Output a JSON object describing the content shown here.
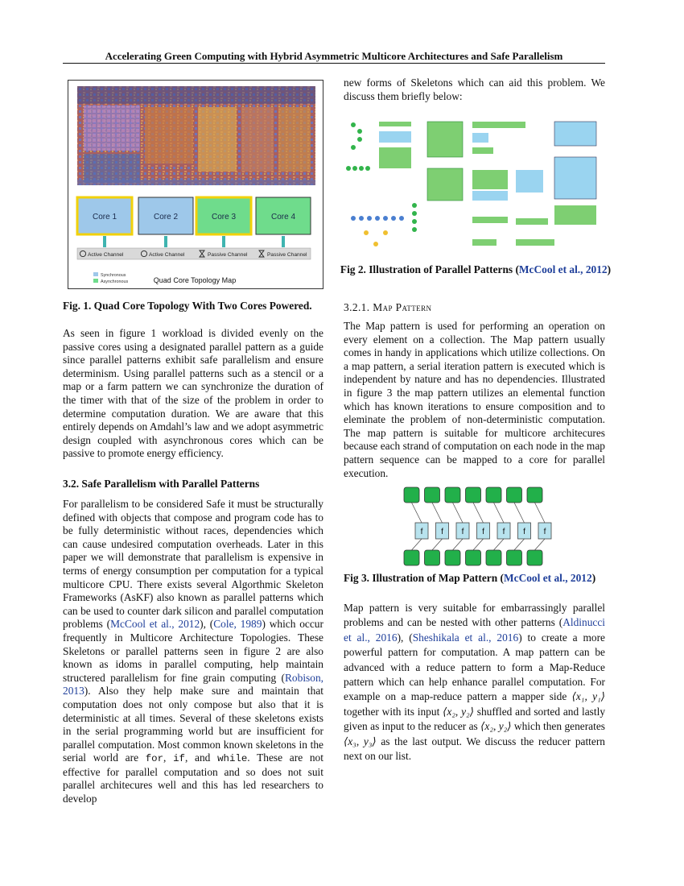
{
  "header": {
    "running_title": "Accelerating Green Computing with Hybrid Asymmetric Multicore Architectures and Safe Parallelism"
  },
  "figure1": {
    "cores": [
      "Core 1",
      "Core 2",
      "Core 3",
      "Core 4"
    ],
    "channels": [
      "Active Channel",
      "Active Channel",
      "Passive Channel",
      "Passive Channel"
    ],
    "legend": [
      "Synchronous",
      "Asynchronous"
    ],
    "diagram_title": "Quad Core Topology Map",
    "caption": "Fig. 1. Quad Core Topology With Two Cores Powered.",
    "colors": {
      "blue_core": "#9ec8ea",
      "green_core": "#6fdc8c",
      "powered_outline": "#f2d10a",
      "die": "#b06a6a"
    }
  },
  "left": {
    "p1": "As seen in figure 1 workload is divided evenly on the passive cores using a designated parallel pattern as a guide since parallel patterns exhibit safe parallelism and ensure determinism. Using parallel patterns such as a stencil or a map or a farm pattern we can synchronize the duration of the timer with that of the size of the problem in order to determine computation duration. We are aware that this entirely depends on Amdahl’s law and we adopt asymmetric design coupled with asynchronous cores which can be passive to promote energy efficiency.",
    "section_heading": "3.2. Safe Parallelism with Parallel Patterns",
    "p2": {
      "a": "For parallelism to be considered Safe it must be structurally defined with objects that compose and program code has to be fully deterministic without races, dependencies which can cause undesired computation overheads. Later in this paper we will demonstrate that parallelism is expensive in terms of energy consumption per computation for a typical multicore CPU. There exists several Algorthmic Skeleton Frameworks (AsKF) also known as parallel patterns which can be used to counter dark silicon and parallel computation problems (",
      "cite1": "McCool et al., 2012",
      "b": "), (",
      "cite2": "Cole, 1989",
      "c": ") which occur frequently in Multicore Architecture Topologies. These Skeletons or parallel patterns seen in figure 2 are also known as idoms in parallel computing, help maintain structered parallelism for fine grain computing (",
      "cite3": "Robison, 2013",
      "d": "). Also they help make sure and maintain that computation does not only compose but also that it is deterministic at all times. Several of these skeletons exists in the serial programming world but are insufficient for parallel computation. Most common known skeletons in the serial world are ",
      "code1": "for",
      "e": ", ",
      "code2": "if",
      "f": ", and ",
      "code3": "while",
      "g": ". These are not effective for parallel computation and so does not suit parallel architecures well and this has led researchers to develop"
    }
  },
  "right": {
    "p0": "new forms of Skeletons which can aid this problem. We discuss them briefly below:",
    "fig2": {
      "caption_text": "Fig 2. Illustration of Parallel Patterns (",
      "caption_cite": "McCool et al., 2012",
      "caption_end": ")"
    },
    "subsection": "3.2.1. Map Pattern",
    "p1": "The Map pattern is used for performing an operation on every element on a collection. The Map pattern usually comes in handy in applications which utilize collections. On a map pattern, a serial iteration pattern is executed which is independent by nature and has no dependencies. Illustrated in figure 3 the map pattern utilizes an elemental function which has known iterations to ensure composition and to eleminate the problem of non-deterministic computation. The map pattern is suitable for multicore architecures because each strand of computation on each node in the map pattern sequence can be mapped to a core for parallel execution.",
    "fig3": {
      "node_label": "f",
      "caption_text": "Fig 3. Illustration of Map Pattern (",
      "caption_cite": "McCool et al., 2012",
      "caption_end": ")",
      "colors": {
        "node": "#22b04a",
        "func": "#b8e3ee"
      }
    },
    "p2": {
      "a": "Map pattern is very suitable for embarrassingly parallel problems and can be nested with other patterns (",
      "cite1": "Aldinucci et al., 2016",
      "b": "), (",
      "cite2": "Sheshikala et al., 2016",
      "c": ") to create a more powerful pattern for computation. A map pattern can be advanced with a reduce pattern to form a Map-Reduce pattern which can help enhance parallel computation. For example on a map-reduce pattern a mapper side ",
      "m1": "⟨x₁, y₁⟩",
      "d": " together with its input ",
      "m2": "⟨x₂, y₂⟩",
      "e": " shuffled and sorted and lastly given as input to the reducer as ",
      "m3": "⟨x₂, y₂⟩",
      "f": " which then generates ",
      "m4": "⟨x₃, y₃⟩",
      "g": " as the last output. We discuss the reducer pattern next on our list."
    }
  }
}
